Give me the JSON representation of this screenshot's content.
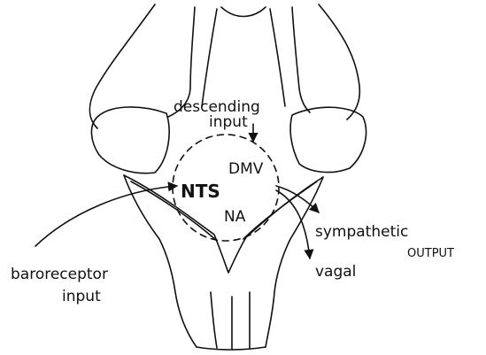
{
  "labels": {
    "descending": "descending",
    "input_top": "input",
    "dmv": "DMV",
    "nts": "NTS",
    "na": "NA",
    "sympathetic": "sympathetic",
    "output": "OUTPUT",
    "vagal": "vagal",
    "baroreceptor": "baroreceptor",
    "input_bottom": "input"
  },
  "colors": {
    "line": "#111111",
    "background": "#ffffff"
  }
}
